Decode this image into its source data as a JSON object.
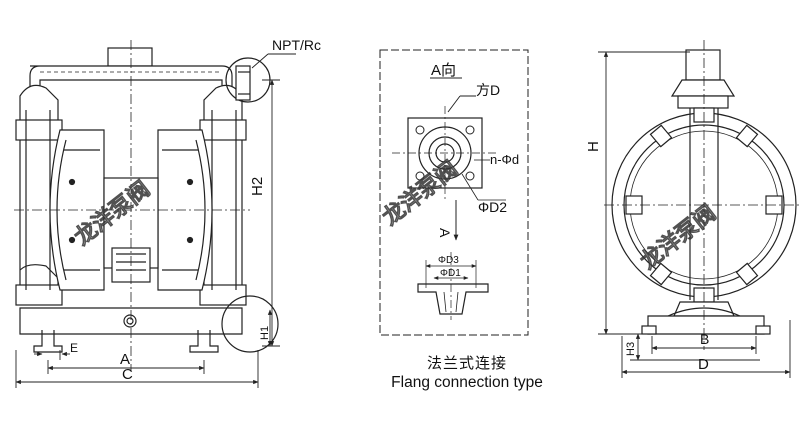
{
  "front_view": {
    "thread_label": "NPT/Rc",
    "dims": {
      "height": "H2",
      "h1": "H1",
      "e": "E",
      "a": "A",
      "c": "C"
    }
  },
  "flange_detail": {
    "view_label": "A向",
    "square_label": "方D",
    "holes_label": "n-Φd",
    "d2_label": "ΦD2",
    "d3_label": "ΦD3",
    "d1_label": "ΦD1",
    "arrow_label": "A",
    "caption_cn": "法兰式连接",
    "caption_en": "Flang connection type"
  },
  "side_view": {
    "dims": {
      "height": "H",
      "h3": "H3",
      "b": "B",
      "d": "D"
    }
  },
  "watermark": "龙洋泵阀"
}
